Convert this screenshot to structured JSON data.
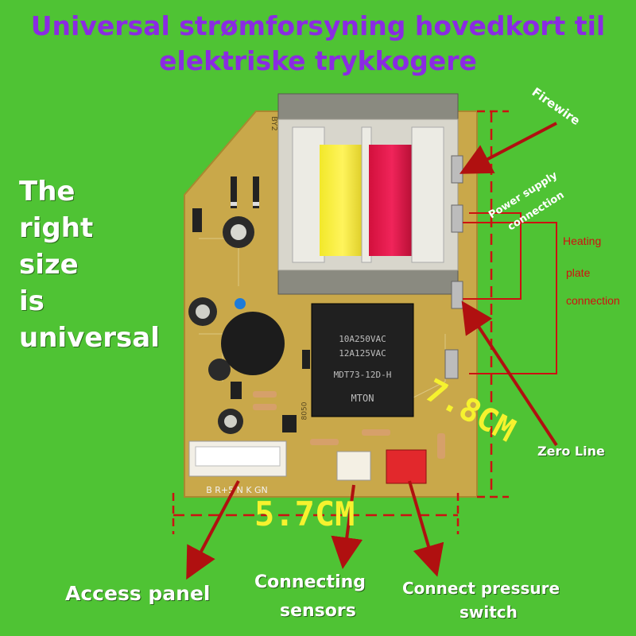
{
  "title": {
    "line1": "Universal strømforsyning hovedkort til",
    "line2": "elektriske trykkogere"
  },
  "side_caption": {
    "lines": [
      "The",
      "right",
      "size",
      "is",
      "universal"
    ]
  },
  "labels": {
    "firewire": "Firewire",
    "power_supply": "Power supply",
    "connection": "connection",
    "heating_plate": "Heating",
    "plate": "plate",
    "heating_connection": "connection",
    "zero_line": "Zero Line",
    "access_panel": "Access panel",
    "connecting": "Connecting",
    "sensors": "sensors",
    "connect_pressure": "Connect pressure",
    "switch": "switch"
  },
  "dimensions": {
    "height": "7.8CM",
    "width": "5.7CM"
  },
  "pcb_text": {
    "header_pins": "B R+5 N K GN",
    "relay_brand": "MTON",
    "relay_model": "MDT73-12D-H",
    "relay_rating1": "10A250VAC",
    "relay_rating2": "12A125VAC",
    "board_mark": "BY2",
    "transistor": "8050"
  },
  "colors": {
    "background": "#4fc334",
    "board": "#c9a84a",
    "title": "#8a2be2",
    "arrow": "#b01010",
    "dimension": "#f6f22e"
  }
}
